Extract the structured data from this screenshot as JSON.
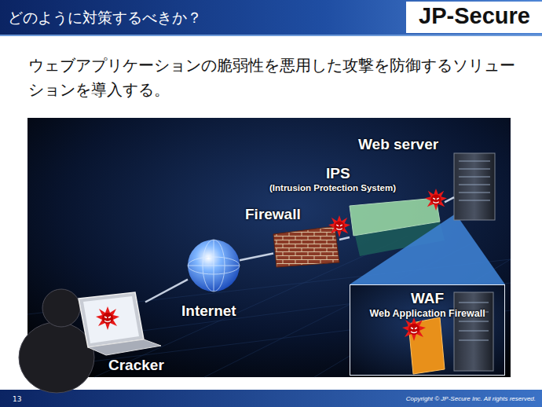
{
  "diagram": {
    "title": "どのように対策するべきか？",
    "nodes": [
      {
        "text": [
          "Cracker"
        ]
      },
      {
        "text": [
          "Internet"
        ]
      },
      {
        "text": [
          "Firewall"
        ]
      },
      {
        "text": [
          "IPS",
          "(Intrusion Protection System)"
        ]
      },
      {
        "text": [
          "Web server"
        ]
      },
      {
        "text": [
          "WAF",
          "Web Application Firewall"
        ]
      }
    ],
    "edges": [
      {
        "from": 0,
        "to": 1,
        "arrow": "none"
      },
      {
        "from": 1,
        "to": 2,
        "arrow": "none"
      },
      {
        "from": 2,
        "to": 3,
        "arrow": "none"
      },
      {
        "from": 3,
        "to": 4,
        "arrow": "none"
      }
    ],
    "labels": [
      "JP-Secure",
      "ウェブアプリケーションの脆弱性を悪用した攻撃を防御するソリューションを導入する。",
      "13",
      "Copyright © JP-Secure Inc. All rights reserved."
    ]
  }
}
